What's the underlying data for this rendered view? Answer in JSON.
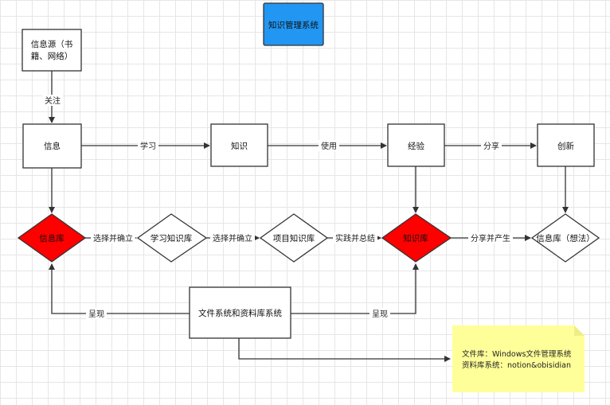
{
  "title": "知识管理系统",
  "nodes": {
    "source_line1": "信息源（书",
    "source_line2": "籍、网络）",
    "info": "信息",
    "knowledge": "知识",
    "experience": "经验",
    "innovation": "创新",
    "info_db": "信息库",
    "learning_kb": "学习知识库",
    "project_kb": "项目知识库",
    "kb": "知识库",
    "idea_db": "信息库（想法）",
    "fs_system": "文件系统和资料库系统"
  },
  "edges": {
    "attend": "关注",
    "learn": "学习",
    "use": "使用",
    "share": "分享",
    "select_establish_1": "选择并确立",
    "select_establish_2": "选择并确立",
    "practice_summarize": "实践并总结",
    "share_produce": "分享并产生",
    "present_left": "呈现",
    "present_right": "呈现"
  },
  "note": {
    "line1": "文件库：Windows文件管理系统",
    "line2": "资料库系统：notion&obisidian"
  },
  "colors": {
    "title_fill": "#2196f3",
    "diamond_red": "#ff0000",
    "note_fill": "#ffff99",
    "stroke": "#333333"
  }
}
